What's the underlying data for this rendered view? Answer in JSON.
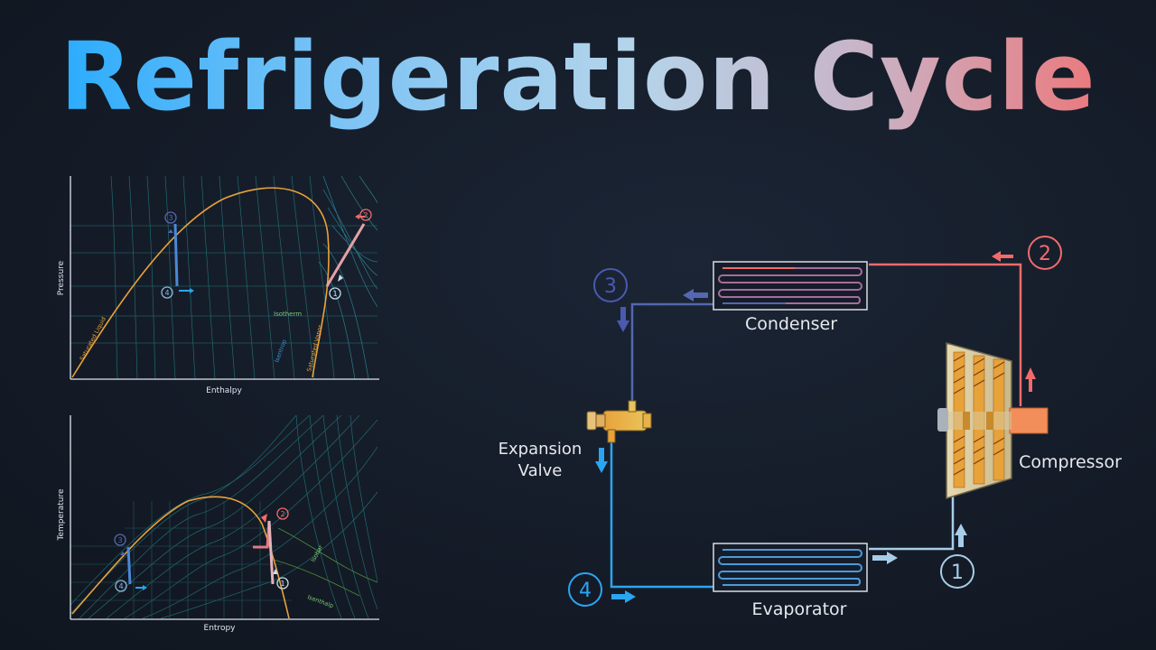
{
  "title": "Refrigeration Cycle",
  "ph_chart": {
    "xlabel": "Enthalpy",
    "ylabel": "Pressure",
    "labels": {
      "sat_liquid": "Saturated Liquid",
      "sat_vapor": "Saturated Vapor",
      "isotherm": "Isotherm",
      "isentrop": "Isentrop"
    },
    "points": [
      "1",
      "2",
      "3",
      "4"
    ]
  },
  "ts_chart": {
    "xlabel": "Entropy",
    "ylabel": "Temperature",
    "labels": {
      "isobar": "Isobar",
      "isenthalp": "Isenthalp"
    },
    "points": [
      "1",
      "2",
      "3",
      "4"
    ]
  },
  "components": {
    "condenser": "Condenser",
    "evaporator": "Evaporator",
    "compressor": "Compressor",
    "expansion_valve_line1": "Expansion",
    "expansion_valve_line2": "Valve"
  },
  "states": [
    "1",
    "2",
    "3",
    "4"
  ],
  "colors": {
    "hot": "#f26b6b",
    "high_pressure_liquid": "#5567b0",
    "cold": "#2aa5f2",
    "low_vapor": "#a7cde8",
    "dome": "#e8a23a"
  }
}
